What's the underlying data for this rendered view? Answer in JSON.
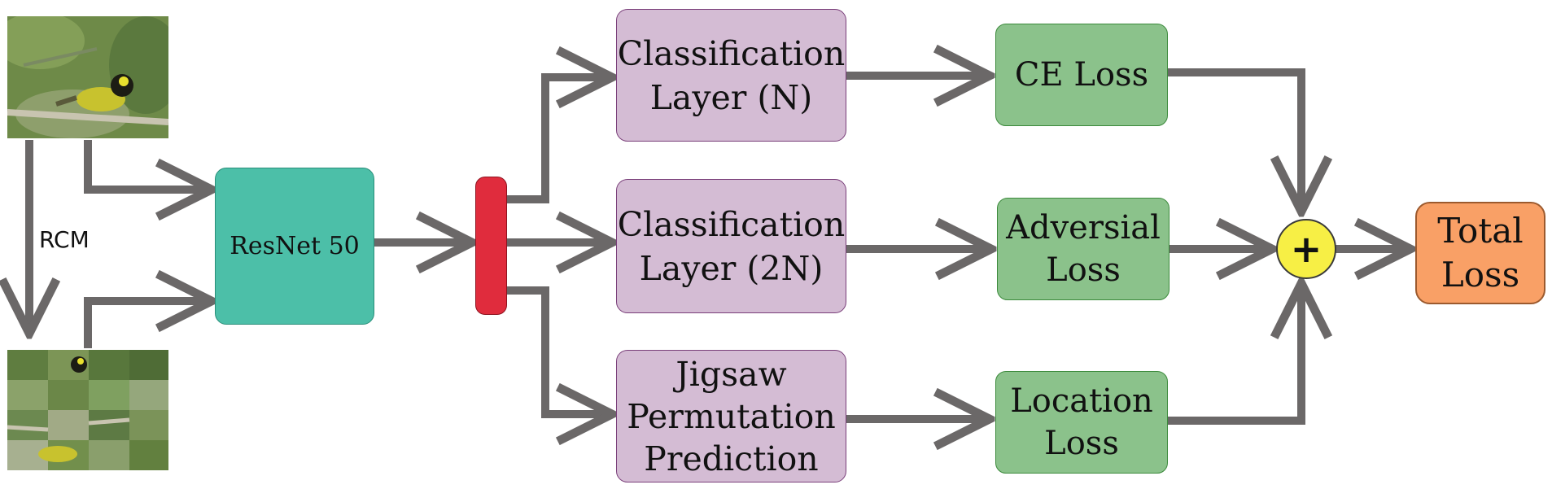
{
  "diagram": {
    "input_label": "RCM",
    "backbone": {
      "label": "ResNet 50"
    },
    "heads": [
      {
        "label": "Classification\nLayer (N)"
      },
      {
        "label": "Classification\nLayer (2N)"
      },
      {
        "label": "Jigsaw\nPermutation\nPrediction"
      }
    ],
    "losses": [
      {
        "label": "CE Loss"
      },
      {
        "label": "Adversial\nLoss"
      },
      {
        "label": "Location\nLoss"
      }
    ],
    "sum_symbol": "+",
    "output": {
      "label": "Total\nLoss"
    }
  },
  "colors": {
    "arrow": "#6b6868",
    "backbone": "#4cbfa8",
    "feature_bar": "#e02c3d",
    "head_box": "#d4bcd4",
    "loss_box": "#8bc28b",
    "sum_node": "#f7ef45",
    "output_box": "#f9a066"
  }
}
